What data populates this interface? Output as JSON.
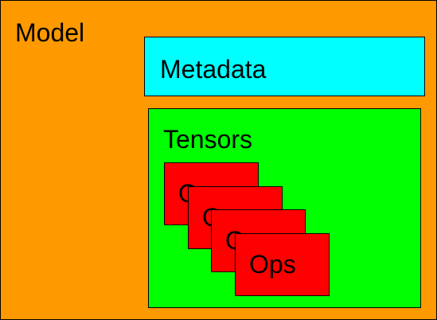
{
  "model": {
    "label": "Model",
    "color": "#ff9900"
  },
  "metadata": {
    "label": "Metadata",
    "color": "#00ffff"
  },
  "tensors": {
    "label": "Tensors",
    "color": "#00ff00"
  },
  "ops": {
    "color": "#ff0000",
    "items": [
      {
        "label": "Ops"
      },
      {
        "label": "Ops"
      },
      {
        "label": "Ops"
      },
      {
        "label": "Ops"
      }
    ]
  }
}
